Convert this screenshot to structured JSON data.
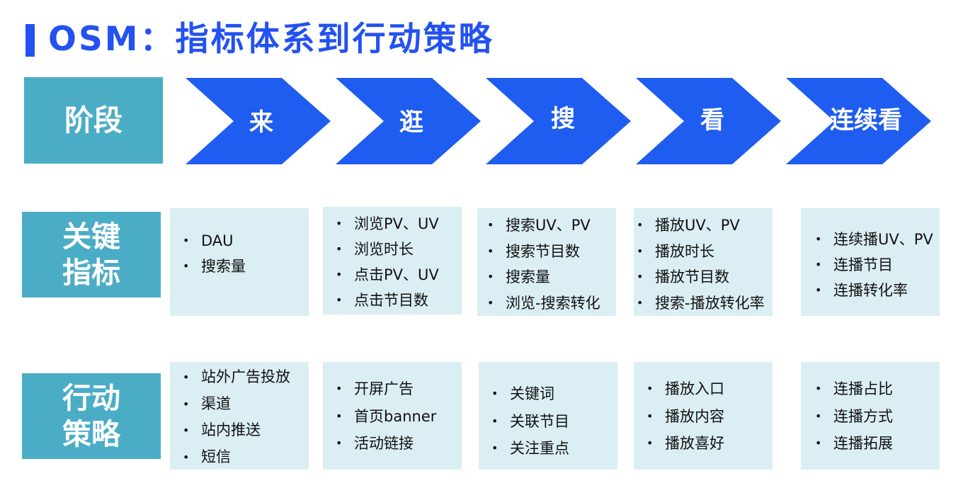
{
  "title": "OSM：指标体系到行动策略",
  "row_labels": {
    "stage": "阶段",
    "metrics": [
      "关键",
      "指标"
    ],
    "actions": [
      "行动",
      "策略"
    ]
  },
  "stages": [
    "来",
    "逛",
    "搜",
    "看",
    "连续看"
  ],
  "metrics": [
    [
      "DAU",
      "搜索量"
    ],
    [
      "浏览PV、UV",
      "浏览时长",
      "点击PV、UV",
      "点击节目数"
    ],
    [
      "搜索UV、PV",
      "搜索节目数",
      "搜索量",
      "浏览-搜索转化"
    ],
    [
      "播放UV、PV",
      "播放时长",
      "播放节目数",
      "搜索-播放转化率"
    ],
    [
      "连续播UV、PV",
      "连播节目",
      "连播转化率"
    ]
  ],
  "actions": [
    [
      "站外广告投放",
      "渠道",
      "站内推送",
      "短信"
    ],
    [
      "开屏广告",
      "首页banner",
      "活动链接"
    ],
    [
      "关键词",
      "关联节目",
      "关注重点"
    ],
    [
      "播放入口",
      "播放内容",
      "播放喜好"
    ],
    [
      "连播占比",
      "连播方式",
      "连播拓展"
    ]
  ],
  "colors": {
    "title_blue": "#2452f0",
    "chevron_blue": "#1f5cf0",
    "label_teal": "#4bacc6",
    "box_fill": "#dbeef3"
  }
}
